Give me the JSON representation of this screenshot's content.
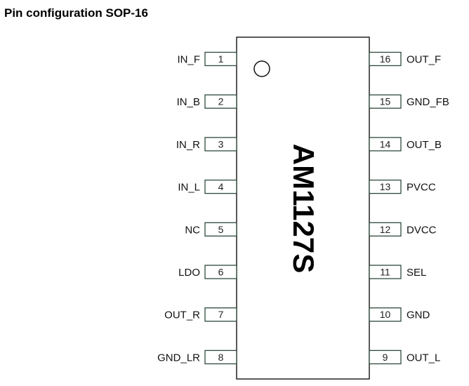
{
  "title": "Pin configuration SOP-16",
  "chip_name": "AM1127S",
  "colors": {
    "pin_border": "#2e4a3a",
    "body_border": "#222222"
  },
  "left_pins": [
    {
      "num": "1",
      "name": "IN_F"
    },
    {
      "num": "2",
      "name": "IN_B"
    },
    {
      "num": "3",
      "name": "IN_R"
    },
    {
      "num": "4",
      "name": "IN_L"
    },
    {
      "num": "5",
      "name": "NC"
    },
    {
      "num": "6",
      "name": "LDO"
    },
    {
      "num": "7",
      "name": "OUT_R"
    },
    {
      "num": "8",
      "name": "GND_LR"
    }
  ],
  "right_pins": [
    {
      "num": "16",
      "name": "OUT_F"
    },
    {
      "num": "15",
      "name": "GND_FB"
    },
    {
      "num": "14",
      "name": "OUT_B"
    },
    {
      "num": "13",
      "name": "PVCC"
    },
    {
      "num": "12",
      "name": "DVCC"
    },
    {
      "num": "11",
      "name": "SEL"
    },
    {
      "num": "10",
      "name": "GND"
    },
    {
      "num": "9",
      "name": "OUT_L"
    }
  ]
}
